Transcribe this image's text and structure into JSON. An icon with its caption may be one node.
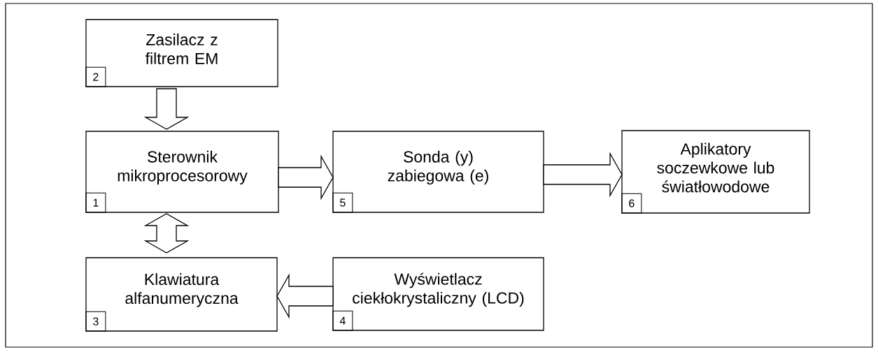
{
  "diagram": {
    "nodes": [
      {
        "text": [
          "Zasilacz z filtrem EM"
        ]
      },
      {
        "text": [
          "2"
        ],
        "in": 0
      },
      {
        "text": [
          "Sterownik mikroprocesorowy"
        ]
      },
      {
        "text": [
          "1"
        ],
        "in": 2
      },
      {
        "text": [
          "Sonda (y) zabiegowa (e)"
        ]
      },
      {
        "text": [
          "5"
        ],
        "in": 4
      },
      {
        "text": [
          "Aplikatory soczewkowe lub światłowodowe"
        ]
      },
      {
        "text": [
          "6"
        ],
        "in": 6
      },
      {
        "text": [
          "Klawiatura alfanumeryczna"
        ]
      },
      {
        "text": [
          "3"
        ],
        "in": 8
      },
      {
        "text": [
          "Wyświetlacz ciekłokrystaliczny (LCD)"
        ]
      },
      {
        "text": [
          "4"
        ],
        "in": 10
      }
    ],
    "edges": [
      {
        "from": 0,
        "to": 2,
        "arrow": "to"
      },
      {
        "from": 2,
        "to": 4,
        "arrow": "to"
      },
      {
        "from": 4,
        "to": 6,
        "arrow": "to"
      },
      {
        "from": 2,
        "to": 8,
        "arrow": "both"
      },
      {
        "from": 10,
        "to": 8,
        "arrow": "to"
      }
    ]
  }
}
